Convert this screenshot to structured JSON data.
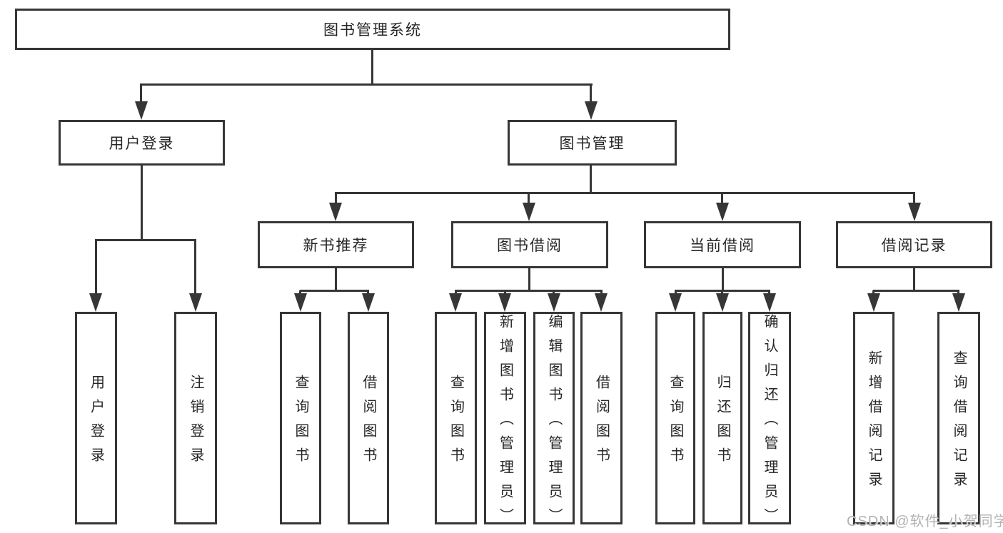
{
  "colors": {
    "line": "#363636",
    "box_border": "#363636",
    "text": "#262626",
    "watermark": "#b3b3b3",
    "background": "#ffffff"
  },
  "diagram": {
    "root": {
      "label": "图书管理系统"
    },
    "level2": [
      {
        "label": "用户登录"
      },
      {
        "label": "图书管理"
      }
    ],
    "level3": [
      {
        "label": "新书推荐"
      },
      {
        "label": "图书借阅"
      },
      {
        "label": "当前借阅"
      },
      {
        "label": "借阅记录"
      }
    ],
    "leaves": {
      "user_login": [
        {
          "label": "用户登录"
        },
        {
          "label": "注销登录"
        }
      ],
      "new_book_recommendation": [
        {
          "label": "查询图书"
        },
        {
          "label": "借阅图书"
        }
      ],
      "book_borrowing": [
        {
          "label": "查询图书"
        },
        {
          "label": "新增图书（管理员）"
        },
        {
          "label": "编辑图书（管理员）"
        },
        {
          "label": "借阅图书"
        }
      ],
      "current_borrowing": [
        {
          "label": "查询图书"
        },
        {
          "label": "归还图书"
        },
        {
          "label": "确认归还（管理员）"
        }
      ],
      "borrowing_records": [
        {
          "label": "新增借阅记录"
        },
        {
          "label": "查询借阅记录"
        }
      ]
    }
  },
  "watermark": {
    "text": "CSDN @软件_小贺同学"
  }
}
